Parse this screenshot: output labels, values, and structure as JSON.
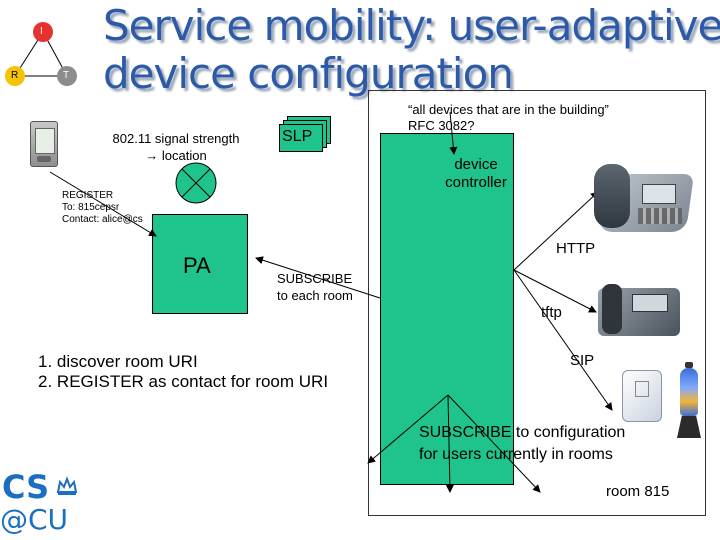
{
  "logo_irt": {
    "i": "I",
    "r": "R",
    "t": "T"
  },
  "title": {
    "line1": "Service mobility: user-adaptive",
    "line2": "device configuration"
  },
  "signal_label": "802.11 signal strength → location",
  "slp_label": "SLP",
  "building_quote": "“all devices that are in the building”",
  "rfc_label": "RFC 3082?",
  "device_controller_label": "device controller",
  "register_lines": [
    "REGISTER",
    "To: 815cepsr",
    "Contact: alice@cs"
  ],
  "pa_label": "PA",
  "subscribe_room": [
    "SUBSCRIBE",
    "to each room"
  ],
  "http_label": "HTTP",
  "tftp_label": "tftp",
  "sip_label": "SIP",
  "steps": [
    "discover room URI",
    "REGISTER as contact for room URI"
  ],
  "subscribe_config": [
    "SUBSCRIBE to configuration",
    "for users currently in rooms"
  ],
  "room_label": "room 815",
  "cs_logo": {
    "line1": "CS",
    "line2": "@CU"
  },
  "colors": {
    "title": "#2c5aa8",
    "green": "#1ec48c",
    "irt_red": "#e8312f",
    "irt_yellow": "#f5c400",
    "irt_gray": "#8c8c8c"
  }
}
